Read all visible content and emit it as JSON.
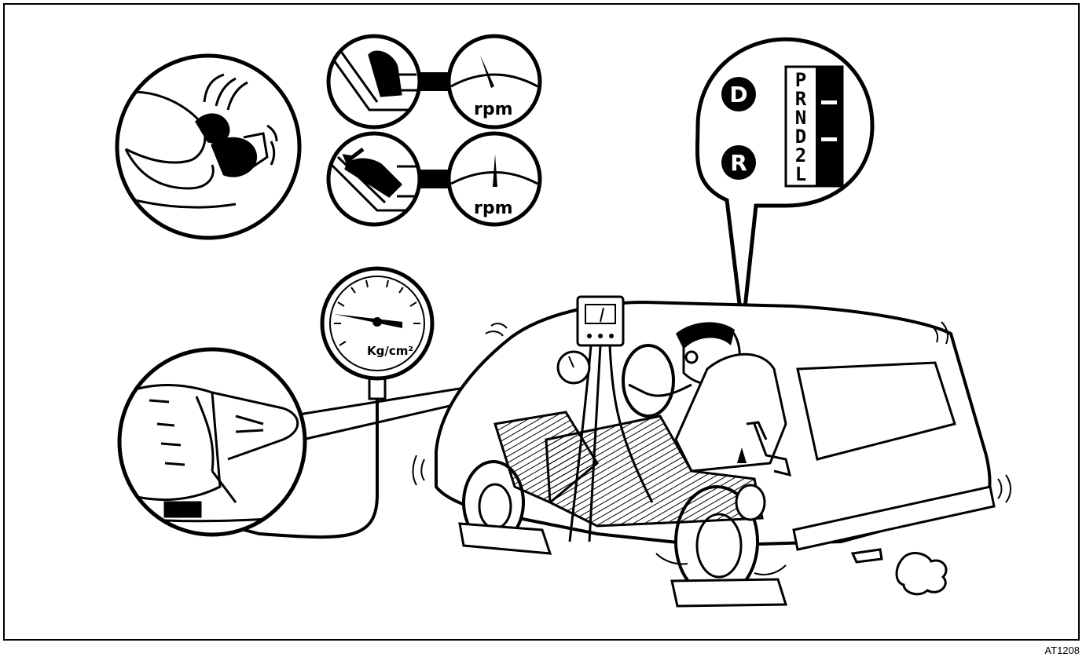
{
  "figure_code": "AT1208",
  "rpm_labels": [
    "rpm",
    "rpm"
  ],
  "gauge_unit": "Kg/cm²",
  "shift_selection_circles": [
    "D",
    "R"
  ],
  "shift_indicator_positions": [
    "P",
    "R",
    "N",
    "D",
    "2",
    "L"
  ]
}
